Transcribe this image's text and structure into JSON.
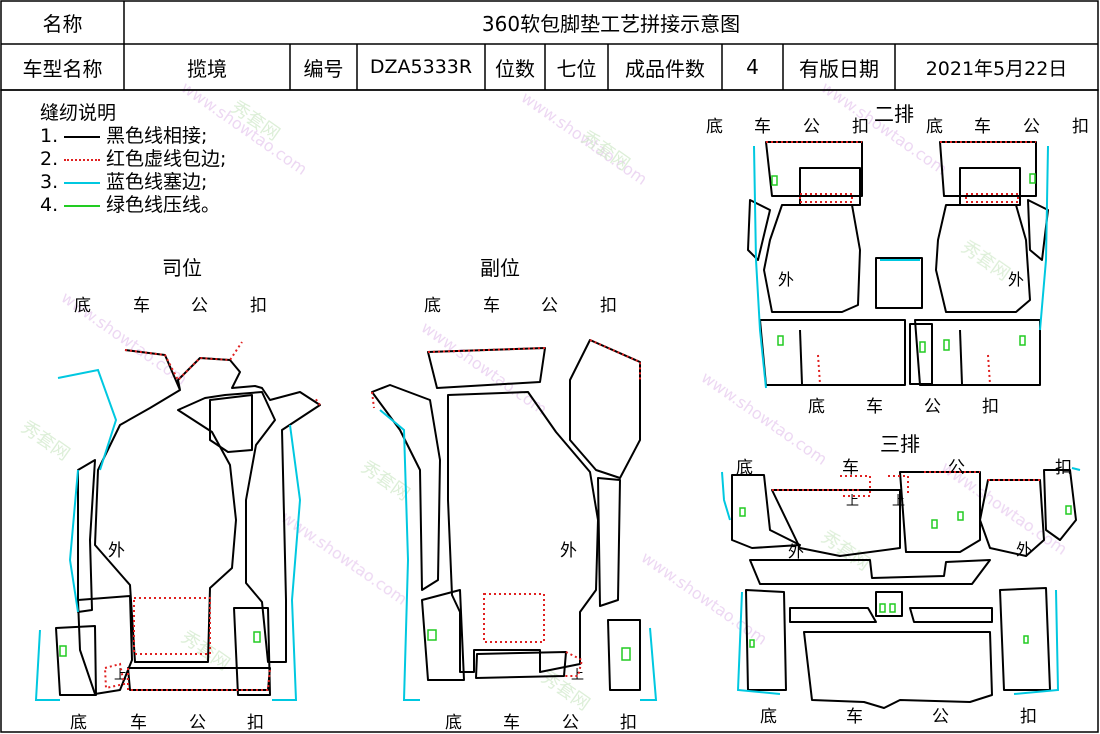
{
  "header": {
    "name_label": "名称",
    "title": "360软包脚垫工艺拼接示意图",
    "car_model_label": "车型名称",
    "car_model_value": "揽境",
    "code_label": "编号",
    "code_value": "DZA5333R",
    "seats_label": "位数",
    "seats_value": "七位",
    "pieces_label": "成品件数",
    "pieces_value": "4",
    "date_label": "有版日期",
    "date_value": "2021年5月22日"
  },
  "legend": {
    "title": "缝纫说明",
    "items": [
      {
        "num": "1.",
        "text": "黑色线相接;",
        "color": "#000000",
        "style": "solid"
      },
      {
        "num": "2.",
        "text": "红色虚线包边;",
        "color": "#e02020",
        "style": "dotted"
      },
      {
        "num": "3.",
        "text": "蓝色线塞边;",
        "color": "#00c8e0",
        "style": "solid"
      },
      {
        "num": "4.",
        "text": "绿色线压线。",
        "color": "#22cc22",
        "style": "solid"
      }
    ]
  },
  "sections": {
    "driver": {
      "title": "司位",
      "dir_top": [
        "底",
        "车",
        "公",
        "扣"
      ],
      "dir_bottom": [
        "底",
        "车",
        "公",
        "扣"
      ],
      "outer": "外",
      "up": "上"
    },
    "passenger": {
      "title": "副位",
      "dir_top": [
        "底",
        "车",
        "公",
        "扣"
      ],
      "dir_bottom": [
        "底",
        "车",
        "公",
        "扣"
      ],
      "outer": "外",
      "up": "上"
    },
    "second_row": {
      "title": "二排",
      "dir_top_left": [
        "底",
        "车",
        "公",
        "扣"
      ],
      "dir_top_right": [
        "底",
        "车",
        "公",
        "扣"
      ],
      "dir_bottom": [
        "底",
        "车",
        "公",
        "扣"
      ],
      "outer_left": "外",
      "outer_right": "外"
    },
    "third_row": {
      "title": "三排",
      "dir_top": [
        "底",
        "车",
        "公",
        "扣"
      ],
      "dir_bottom": [
        "底",
        "车",
        "公",
        "扣"
      ],
      "outer_left": "外",
      "outer_right": "外",
      "up_a": "上",
      "up_b": "上"
    }
  },
  "watermark": {
    "text_a": "秀套网",
    "text_b": "www.showtao.com"
  },
  "colors": {
    "black": "#000000",
    "red": "#e02020",
    "cyan": "#00c8e0",
    "green": "#22cc22",
    "watermark": "#d8b0e0"
  }
}
